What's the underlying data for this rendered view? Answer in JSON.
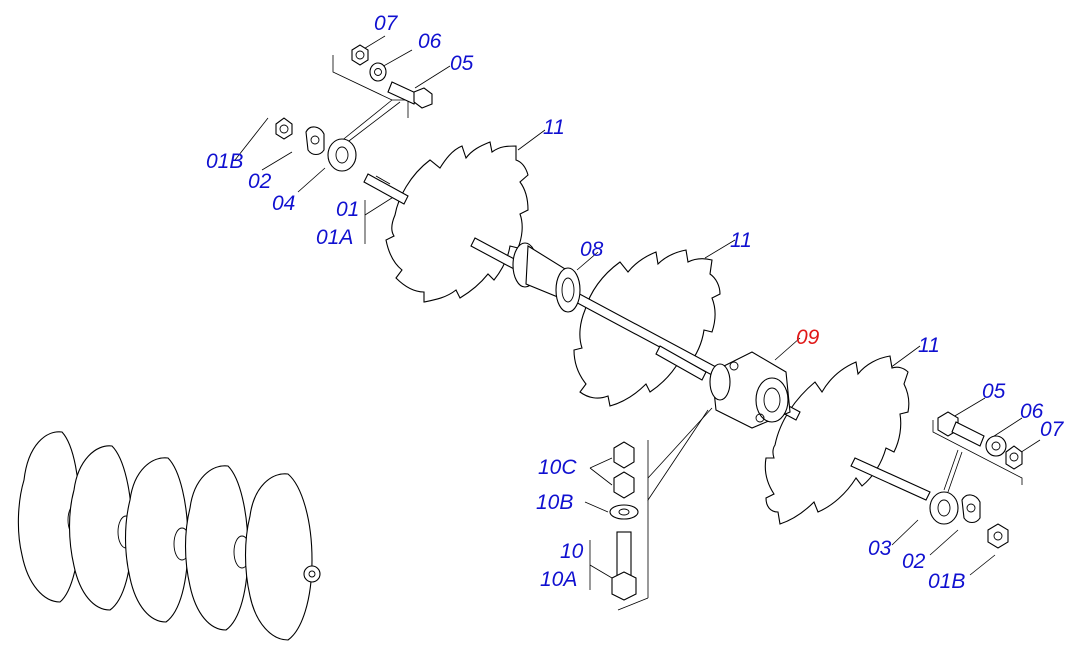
{
  "labels": {
    "l07a": "07",
    "l06a": "06",
    "l05a": "05",
    "l01Ba": "01B",
    "l02a": "02",
    "l04": "04",
    "l01": "01",
    "l01A": "01A",
    "l11a": "11",
    "l08": "08",
    "l11b": "11",
    "l09": "09",
    "l11c": "11",
    "l05b": "05",
    "l06b": "06",
    "l07b": "07",
    "l10C": "10C",
    "l10B": "10B",
    "l10": "10",
    "l10A": "10A",
    "l03": "03",
    "l02b": "02",
    "l01Bb": "01B"
  },
  "colors": {
    "label": "#1010d0",
    "highlight": "#e01818",
    "line": "#000000"
  }
}
